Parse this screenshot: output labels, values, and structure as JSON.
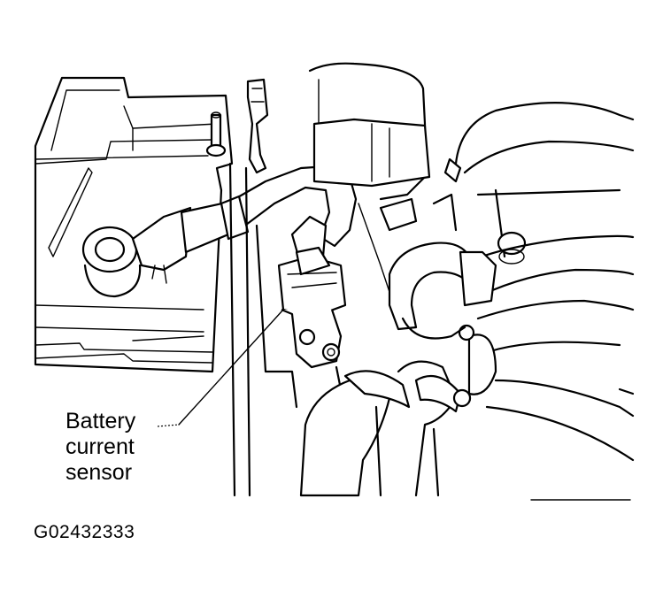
{
  "callout": {
    "line1": "Battery",
    "line2": "current",
    "line3": "sensor"
  },
  "figure_id": "G02432333",
  "colors": {
    "line": "#000000",
    "background": "#ffffff"
  }
}
